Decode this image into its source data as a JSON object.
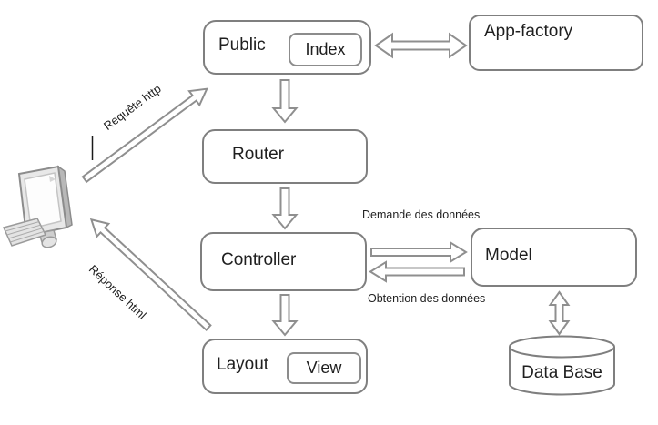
{
  "nodes": {
    "client": {
      "icon": "computer-icon"
    },
    "public": {
      "label": "Public"
    },
    "index": {
      "label": "Index"
    },
    "app_factory": {
      "label": "App-factory"
    },
    "router": {
      "label": "Router"
    },
    "controller": {
      "label": "Controller"
    },
    "model": {
      "label": "Model"
    },
    "layout": {
      "label": "Layout"
    },
    "view": {
      "label": "View"
    },
    "database": {
      "label": "Data Base"
    }
  },
  "edges": [
    {
      "from": "client",
      "to": "public",
      "label": "Requête http"
    },
    {
      "from": "layout",
      "to": "client",
      "label": "Réponse html"
    },
    {
      "from": "public",
      "to": "app_factory",
      "bidirectional": true
    },
    {
      "from": "public",
      "to": "router"
    },
    {
      "from": "controller",
      "to": "model",
      "label": "Demande des données"
    },
    {
      "from": "model",
      "to": "controller",
      "label": "Obtention des données"
    },
    {
      "from": "router",
      "to": "controller"
    },
    {
      "from": "controller",
      "to": "layout"
    },
    {
      "from": "model",
      "to": "database",
      "bidirectional": true
    }
  ],
  "colors": {
    "box_border": "#7f7f7f",
    "arrow_outline": "#8f8f8f",
    "text": "#1f1f1f",
    "background": "#ffffff"
  }
}
